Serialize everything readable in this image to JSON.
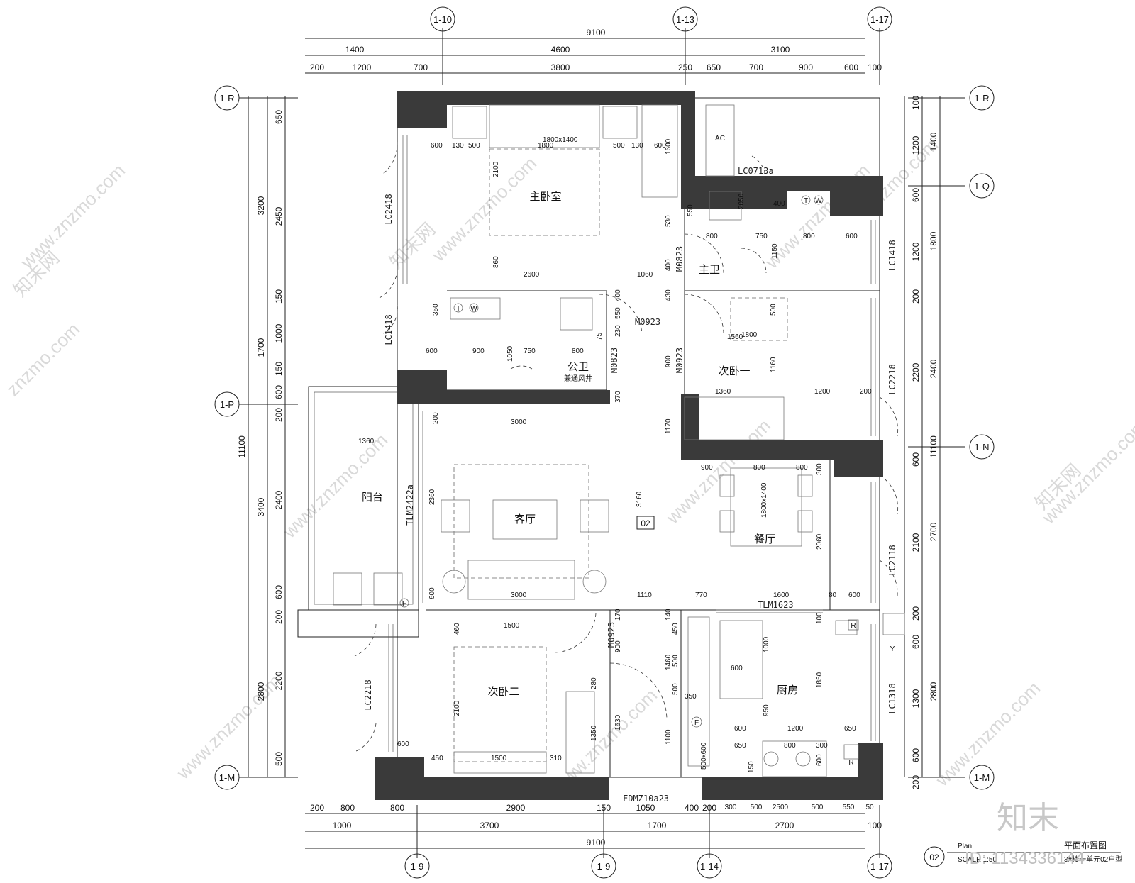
{
  "axes": {
    "top": [
      "1-10",
      "1-13",
      "1-17"
    ],
    "bottom": [
      "1-9",
      "1-9",
      "1-14",
      "1-17"
    ],
    "left": [
      "1-R",
      "1-P",
      "1-M"
    ],
    "right": [
      "1-R",
      "1-Q",
      "1-N",
      "1-M"
    ]
  },
  "dims": {
    "top_total": "9100",
    "top_row2": [
      "1400",
      "4600",
      "3100"
    ],
    "top_row3": [
      "200",
      "1200",
      "700",
      "3800",
      "250",
      "650",
      "700",
      "900",
      "600",
      "100"
    ],
    "bottom_row1": [
      "200",
      "800",
      "800",
      "2900",
      "150",
      "1050",
      "400",
      "200",
      "300",
      "500",
      "2500",
      "500",
      "550",
      "50"
    ],
    "bottom_row2": [
      "1000",
      "3700",
      "1700",
      "2700",
      "100"
    ],
    "bottom_total": "9100",
    "left_total": "11100",
    "left_row2": [
      "3200",
      "1700",
      "3400",
      "2800"
    ],
    "left_row3": [
      "650",
      "2450",
      "150",
      "1000",
      "150",
      "600",
      "200",
      "2400",
      "600",
      "200",
      "2200",
      "500"
    ],
    "right_total": "11100",
    "right_row2": [
      "1400",
      "1800",
      "2400",
      "2700",
      "2800"
    ],
    "right_row3": [
      "100",
      "1200",
      "600",
      "1200",
      "200",
      "2200",
      "600",
      "2100",
      "200",
      "600",
      "1300",
      "600",
      "200"
    ]
  },
  "rooms": [
    "主卧室",
    "主卫",
    "公卫",
    "次卧一",
    "阳台",
    "客厅",
    "餐厅",
    "次卧二",
    "厨房"
  ],
  "unit_tag": "02",
  "public_note": "兼通风井",
  "codes": [
    "LC0713a",
    "LC2418",
    "LC1418",
    "LC1418",
    "M0823",
    "M0923",
    "M0923",
    "M0823",
    "LC2218",
    "TLM2422a",
    "LC2118",
    "TLM1623",
    "M0923",
    "LC2218",
    "LC1318",
    "FDMZ10a23"
  ],
  "interior_dims": [
    "600",
    "130",
    "500",
    "1800",
    "500",
    "130",
    "600",
    "1600",
    "2100",
    "860",
    "2600",
    "1060",
    "2050",
    "400",
    "550",
    "800",
    "750",
    "800",
    "600",
    "530",
    "1150",
    "400",
    "430",
    "350",
    "400",
    "550",
    "900",
    "750",
    "800",
    "1050",
    "230",
    "75",
    "500",
    "1560",
    "1360",
    "1160",
    "1200",
    "200",
    "900",
    "370",
    "1170",
    "900",
    "800",
    "800",
    "300",
    "200",
    "1360",
    "3000",
    "2360",
    "3160",
    "2060",
    "600",
    "3000",
    "770",
    "1600",
    "80",
    "600",
    "1110",
    "170",
    "140",
    "100",
    "460",
    "2100",
    "280",
    "1350",
    "1630",
    "1500",
    "310",
    "450",
    "600",
    "900",
    "1460",
    "450",
    "500",
    "350",
    "500",
    "1100",
    "1000",
    "600",
    "950",
    "1200",
    "650",
    "1850",
    "800",
    "300",
    "600",
    "650",
    "150",
    "500x600",
    "600",
    "600",
    "1800x1400",
    "1800",
    "1500",
    "1800x1400"
  ],
  "title_block": {
    "num": "02",
    "title": "平面布置图",
    "subtitle": "3#楼一单元02户型",
    "scale": "SCALE 1:50",
    "prefix": "Plan"
  },
  "watermark": {
    "brand": "znzmo.com",
    "url": "www.znzmo.com",
    "cn": "知末网",
    "logo": "知末",
    "id": "ID: 1134336144"
  },
  "appliance_labels": [
    "T",
    "W",
    "T",
    "W",
    "F",
    "R",
    "F",
    "AC",
    "R",
    "Y"
  ]
}
